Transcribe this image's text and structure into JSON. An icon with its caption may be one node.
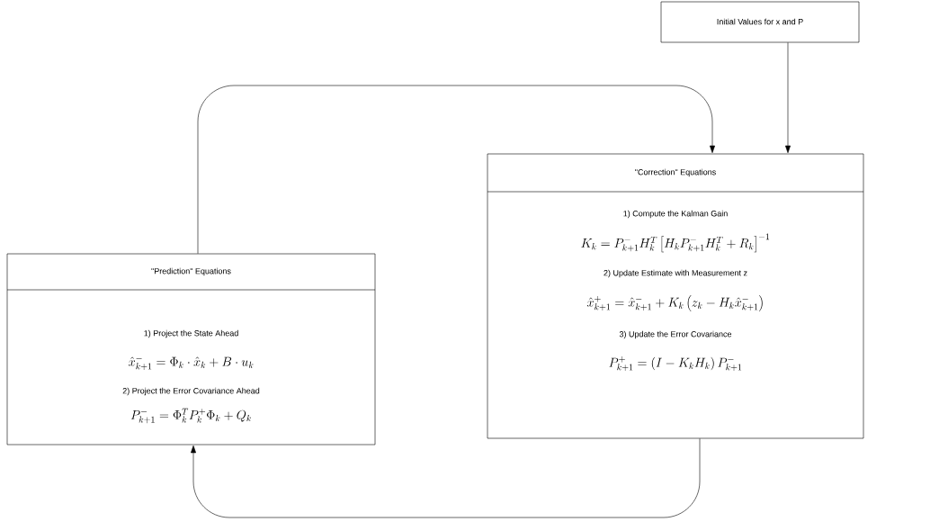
{
  "diagram": {
    "nodes": [
      {
        "text": [
          "Initial Values for x and P"
        ]
      },
      {
        "text": [
          "\"Correction\" Equations",
          "1) Compute the Kalman Gain",
          "K_k = P_{k+1}^{-} H_k^{T} \\left[ H_k P_{k+1}^{-} H_k^{T} + R_k \\right]^{-1}",
          "2) Update Estimate with Measurement z",
          "\\hat{x}_{k+1}^{+} = \\hat{x}_{k+1}^{-} + K_k \\left( z_k - H_k \\hat{x}_{k+1}^{-} \\right)",
          "3) Update the Error Covariance",
          "P_{k+1}^{+} = \\left( I - K_k H_k \\right) P_{k+1}^{-}"
        ]
      },
      {
        "text": [
          "\"Prediction\" Equations",
          "1) Project the State Ahead",
          "\\hat{x}_{k+1}^{-} = \\Phi_k \\cdot \\hat{x}_k + B \\cdot u_k",
          "2) Project the Error Covariance Ahead",
          "P_{k+1}^{-} = \\Phi_k^{T} P_k^{+} \\Phi_k + Q_k"
        ]
      }
    ],
    "edges": [
      {
        "from": 0,
        "to": 1,
        "arrow": "to"
      },
      {
        "from": 2,
        "to": 1,
        "arrow": "to"
      },
      {
        "from": 1,
        "to": 2,
        "arrow": "to"
      }
    ]
  }
}
